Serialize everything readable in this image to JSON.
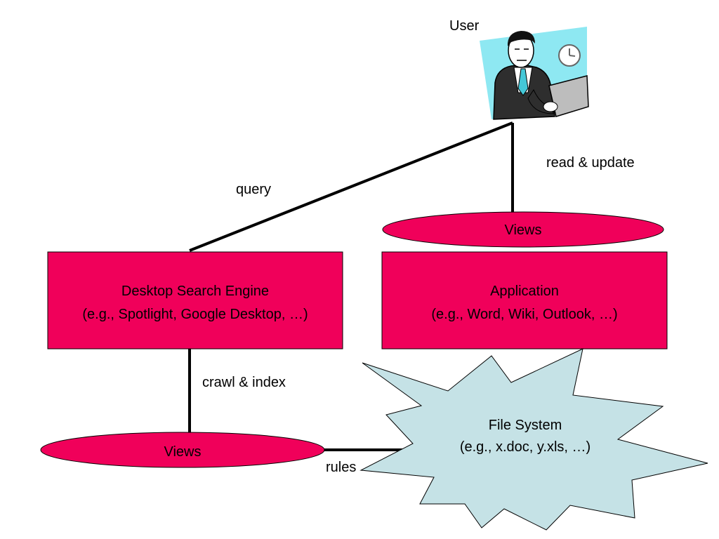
{
  "user": {
    "label": "User",
    "icon": "businessman-laptop-icon"
  },
  "edges": {
    "query": "query",
    "read_update": "read & update",
    "crawl_index": "crawl & index",
    "rules": "rules"
  },
  "search_engine": {
    "title": "Desktop Search Engine",
    "subtitle": "(e.g., Spotlight, Google Desktop, …)"
  },
  "application": {
    "title": "Application",
    "subtitle": "(e.g., Word, Wiki, Outlook, …)"
  },
  "views_top": {
    "label": "Views"
  },
  "views_bottom": {
    "label": "Views"
  },
  "file_system": {
    "title": "File System",
    "subtitle": "(e.g., x.doc, y.xls, …)"
  },
  "colors": {
    "box_fill": "#f0005a",
    "starburst_fill": "#c5e2e6",
    "line": "#000000",
    "user_bg": "#8ee8f2"
  }
}
